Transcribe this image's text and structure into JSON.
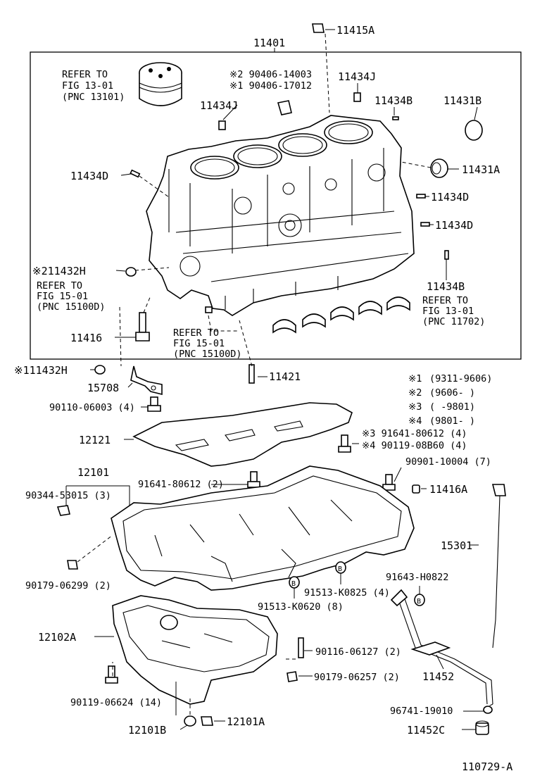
{
  "diagram_id": "110729-A",
  "labels": {
    "p11401": "11401",
    "p11415A": "11415A",
    "p11434J_a": "11434J",
    "p11434J_b": "11434J",
    "p11434B_a": "11434B",
    "p11434B_b": "11434B",
    "p11431B": "11431B",
    "p11431A": "11431A",
    "p11434D_a": "11434D",
    "p11434D_b": "11434D",
    "p11434D_c": "11434D",
    "p11432H_a": "※211432H",
    "p11432H_b": "※111432H",
    "p11416": "11416",
    "p11421": "11421",
    "p15708": "15708",
    "p90110": "90110-06003 (4)",
    "p12121": "12121",
    "p12101": "12101",
    "p90344": "90344-53015 (3)",
    "p91641_2": "91641-80612 (2)",
    "p91641_4": "※3  91641-80612 (4)",
    "p90119_08": "※4  90119-08B60 (4)",
    "p90901": "90901-10004 (7)",
    "p11416A": "11416A",
    "p15301": "15301",
    "p90179_299": "90179-06299 (2)",
    "p91513_825": "91513-K0825 (4)",
    "p91513_620": "91513-K0620 (8)",
    "p91643": "91643-H0822",
    "p12102A": "12102A",
    "p90116": "90116-06127 (2)",
    "p90179_257": "90179-06257 (2)",
    "p11452": "11452",
    "p90119_06": "90119-06624 (14)",
    "p96741": "96741-19010",
    "p12101B": "12101B",
    "p12101A": "12101A",
    "p11452C": "11452C",
    "note_90406_a": "※2 90406-14003",
    "note_90406_b": "※1 90406-17012",
    "refer_piston": [
      "REFER TO",
      "FIG 13-01",
      "(PNC 13101)"
    ],
    "refer_fig1501_a": [
      "REFER TO",
      "FIG 15-01",
      "(PNC 15100D)"
    ],
    "refer_fig1501_b": [
      "REFER TO",
      "FIG 15-01",
      "(PNC 15100D)"
    ],
    "refer_bearing": [
      "REFER TO",
      "FIG 13-01",
      "(PNC 11702)"
    ]
  },
  "legend": [
    {
      "mark": "※1",
      "range": "(9311-9606)"
    },
    {
      "mark": "※2",
      "range": "(9606-      )"
    },
    {
      "mark": "※3",
      "range": "(       -9801)"
    },
    {
      "mark": "※4",
      "range": "(9801-      )"
    }
  ],
  "markers": {
    "b": "B"
  }
}
